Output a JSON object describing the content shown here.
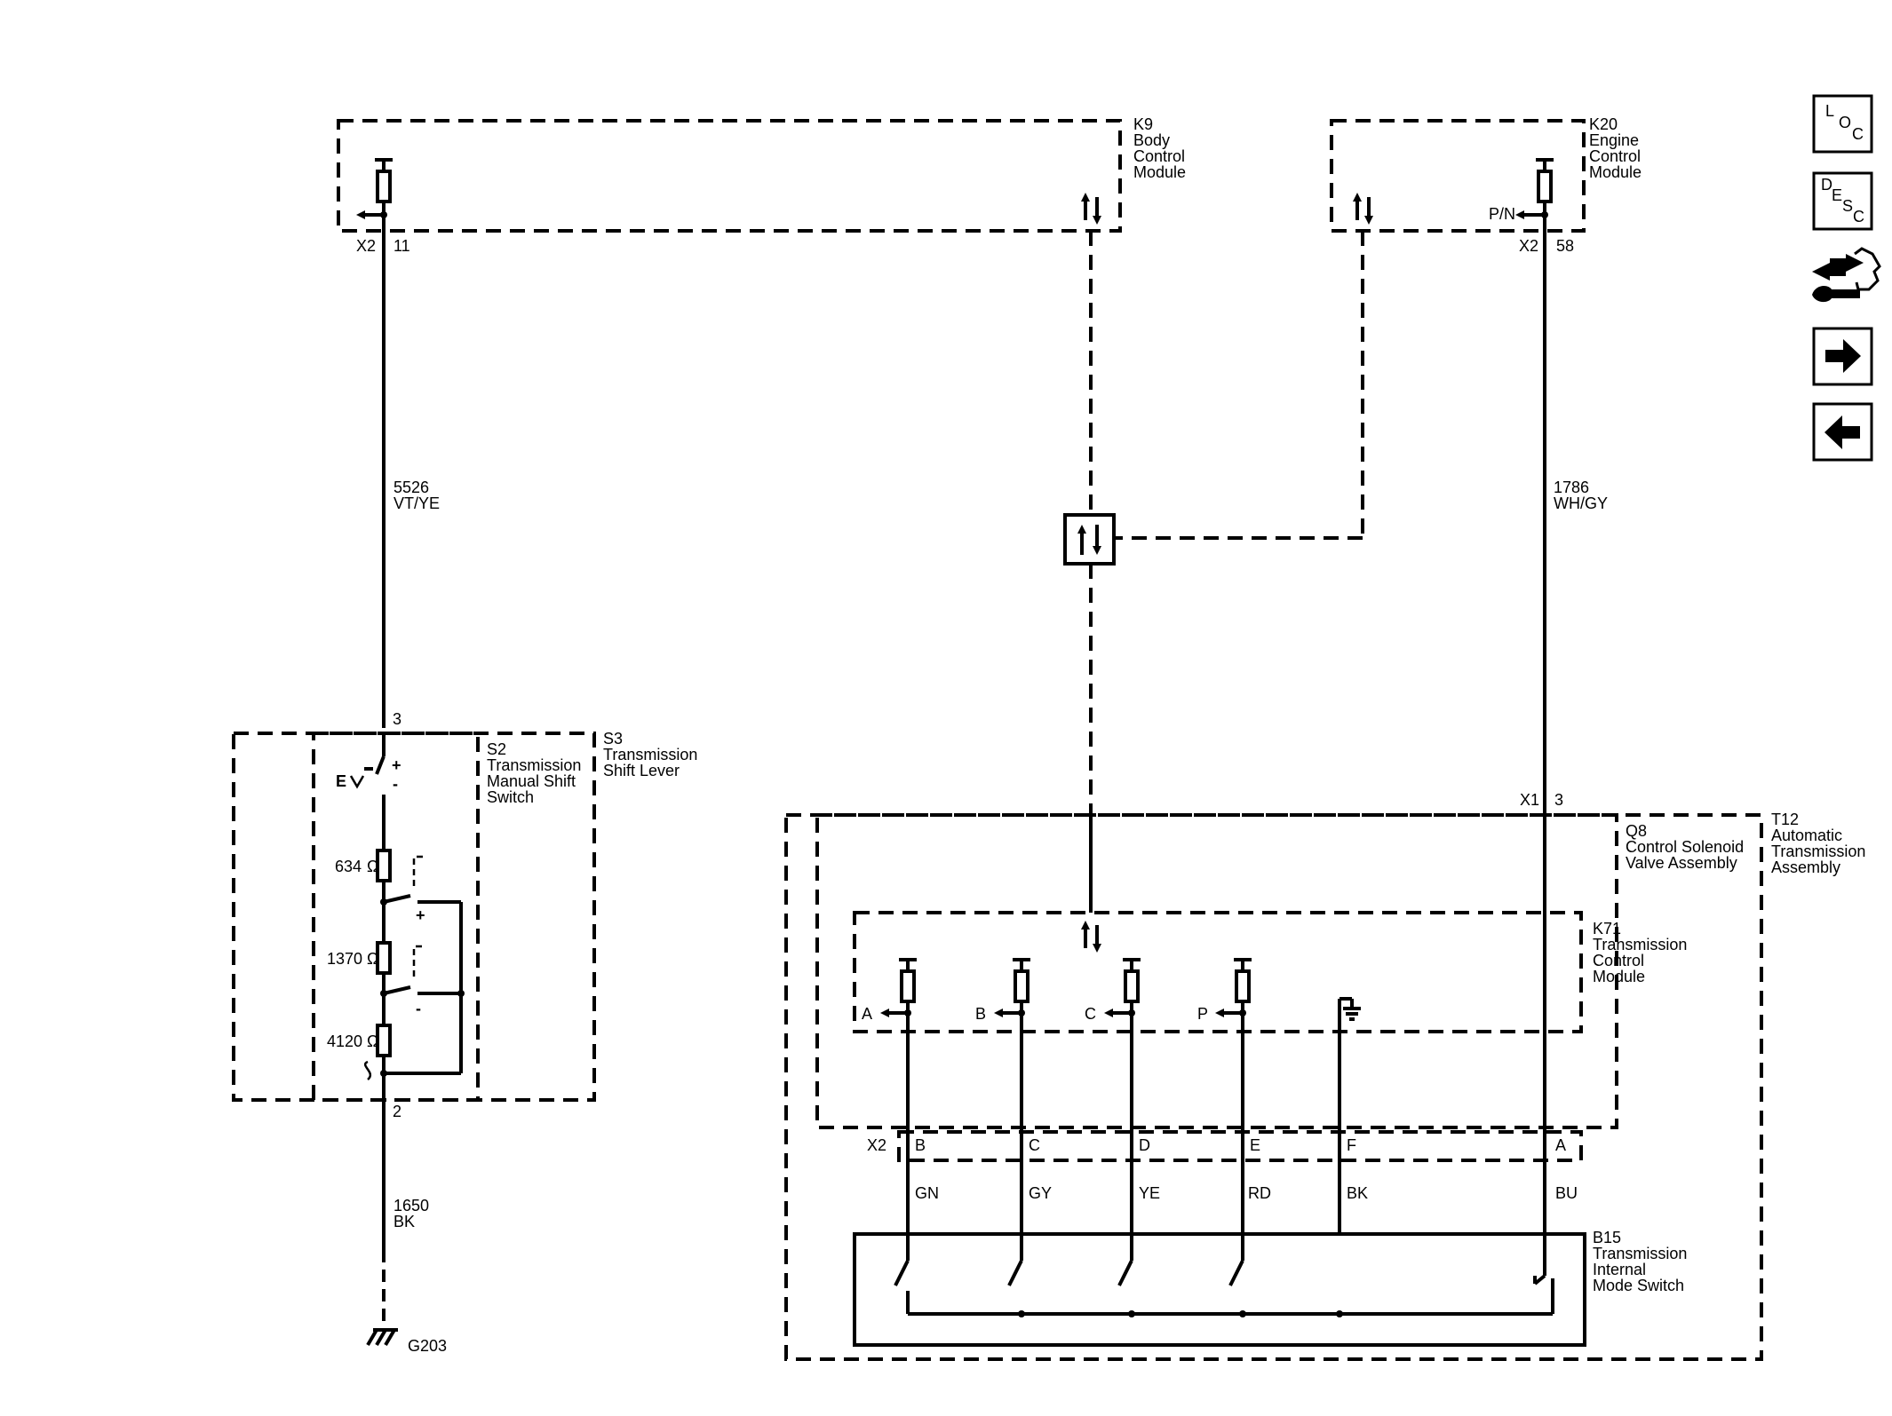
{
  "modules": {
    "k9": {
      "ref": "K9",
      "l1": "Body",
      "l2": "Control",
      "l3": "Module"
    },
    "k20": {
      "ref": "K20",
      "l1": "Engine",
      "l2": "Control",
      "l3": "Module"
    },
    "s2": {
      "ref": "S2",
      "l1": "Transmission",
      "l2": "Manual Shift",
      "l3": "Switch"
    },
    "s3": {
      "ref": "S3",
      "l1": "Transmission",
      "l2": "Shift Lever"
    },
    "q8": {
      "ref": "Q8",
      "l1": "Control Solenoid",
      "l2": "Valve Assembly"
    },
    "t12": {
      "ref": "T12",
      "l1": "Automatic",
      "l2": "Transmission",
      "l3": "Assembly"
    },
    "k71": {
      "ref": "K71",
      "l1": "Transmission",
      "l2": "Control",
      "l3": "Module"
    },
    "b15": {
      "ref": "B15",
      "l1": "Transmission",
      "l2": "Internal",
      "l3": "Mode Switch"
    }
  },
  "connectors": {
    "k9_conn": "X2",
    "k9_pin": "11",
    "k20_conn": "X2",
    "k20_pin": "58",
    "k20_signal": "P/N",
    "s_top_pin": "3",
    "s_bottom_pin": "2",
    "t12_conn": "X1",
    "t12_pin": "3",
    "k71_conn": "X2",
    "k71_pins": [
      "B",
      "C",
      "D",
      "E",
      "F",
      "A"
    ],
    "k71_signals": [
      "A",
      "B",
      "C",
      "P"
    ]
  },
  "wires": {
    "w5526_circuit": "5526",
    "w5526_color": "VT/YE",
    "w1786_circuit": "1786",
    "w1786_color": "WH/GY",
    "w1650_circuit": "1650",
    "w1650_color": "BK",
    "b15_colors": [
      "GN",
      "GY",
      "YE",
      "RD",
      "BK",
      "BU"
    ]
  },
  "resistors": {
    "r1": "634",
    "r2": "1370",
    "r3": "4120",
    "unit": "Ω"
  },
  "ground": {
    "label": "G203"
  },
  "switch_symbols": {
    "plus": "+",
    "minus": "-"
  },
  "nav": {
    "loc_letters": [
      "L",
      "O",
      "C"
    ],
    "desc_letters": [
      "D",
      "E",
      "S",
      "C"
    ],
    "icons": [
      "loc-icon",
      "desc-icon",
      "connector-repair-icon",
      "arrow-right-icon",
      "arrow-left-icon"
    ]
  }
}
